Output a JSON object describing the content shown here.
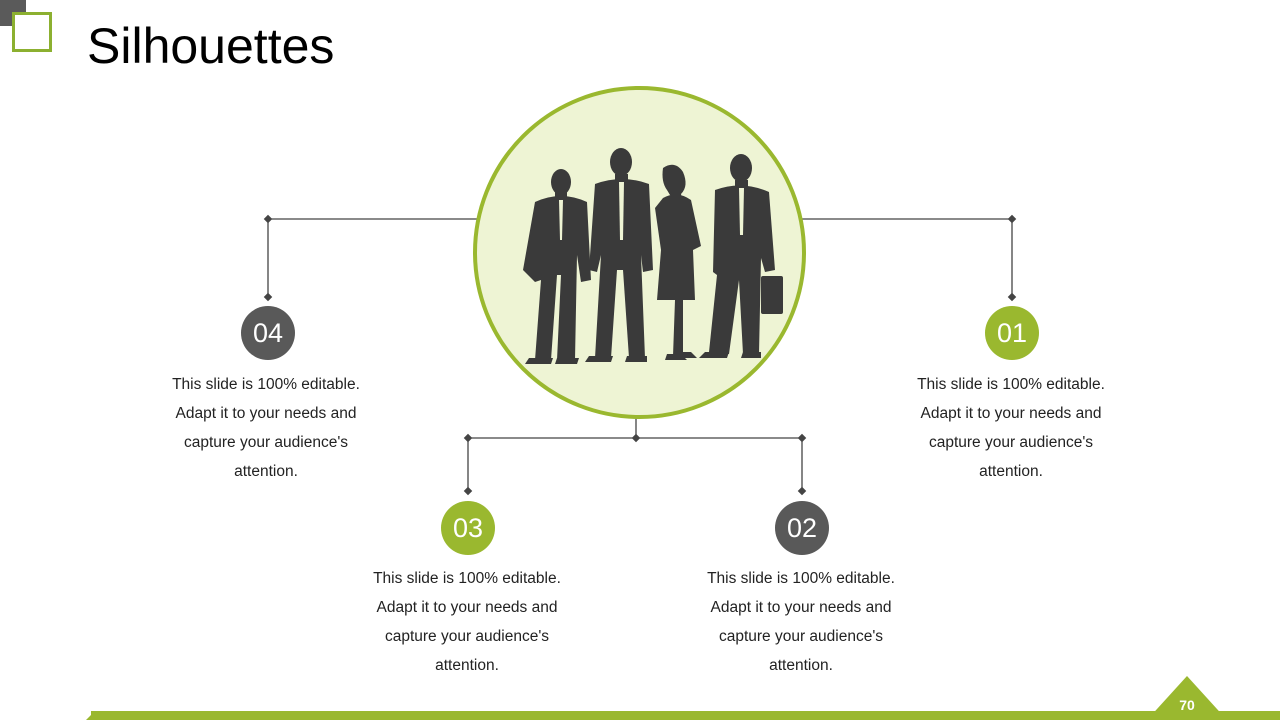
{
  "slide": {
    "title": "Silhouettes",
    "page_number": "70",
    "colors": {
      "accent": "#9ab82f",
      "dark": "#595959",
      "circle_fill": "#eef4d4",
      "silhouette": "#3a3a3a",
      "connector": "#444444"
    }
  },
  "center": {
    "icon": "business-people-silhouette-icon"
  },
  "items": [
    {
      "number": "04",
      "text": "This slide is 100% editable. Adapt it to your needs and capture your audience's attention."
    },
    {
      "number": "03",
      "text": "This slide is 100% editable. Adapt it to your needs and capture your audience's attention."
    },
    {
      "number": "02",
      "text": "This slide is 100% editable. Adapt it to your needs and capture your audience's attention."
    },
    {
      "number": "01",
      "text": "This slide is 100% editable. Adapt it to your needs and capture your audience's attention."
    }
  ]
}
